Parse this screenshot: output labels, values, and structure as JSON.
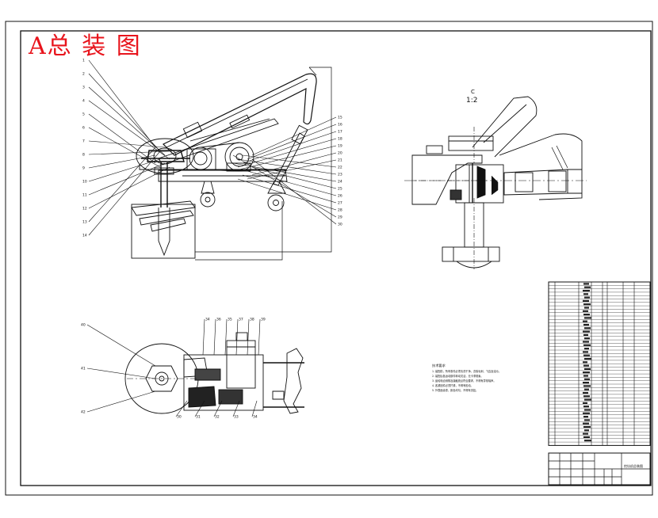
{
  "drawing": {
    "title": "A总 装 图",
    "detail_view": {
      "letter": "C",
      "scale": "1:2"
    }
  },
  "colors": {
    "title": "#e8141c",
    "line": "#111111",
    "paper": "#ffffff"
  },
  "callouts": {
    "main_left": [
      "1",
      "2",
      "3",
      "4",
      "5",
      "6",
      "7",
      "8",
      "9",
      "10",
      "11",
      "12",
      "13",
      "14"
    ],
    "main_right": [
      "15",
      "16",
      "17",
      "18",
      "19",
      "20",
      "21",
      "22",
      "23",
      "24",
      "25",
      "26",
      "27",
      "28",
      "29",
      "30"
    ],
    "plan_top": [
      "34",
      "36",
      "35",
      "37",
      "38",
      "39"
    ],
    "plan_bottom": [
      "30",
      "31",
      "32",
      "33",
      "34"
    ],
    "plan_left": [
      "40",
      "41",
      "42"
    ]
  },
  "tech_requirements": {
    "heading": "技术要求",
    "lines": [
      "1. 装配前，所有零件必须清洗干净，去除毛刺、飞边及油污。",
      "2. 装配后各运动部件转动灵活，无卡滞现象。",
      "3. 齿轮啮合侧隙及接触斑点符合要求，不得有异常噪声。",
      "4. 各紧固件必须拧紧，不得有松动。",
      "5. 外表面涂漆，颜色均匀，不得有流挂。"
    ]
  },
  "parts_list": {
    "rows": 48,
    "notes": [
      "GB/T 5782",
      "GB/T 6170",
      "GB/T 93",
      "GB/T 276",
      "GB/T 70.1",
      "GB/T 1096",
      "GB/T 5783",
      "GB/T 97.1"
    ]
  },
  "title_block": {
    "drawing_name": "挖坑机总装图"
  }
}
